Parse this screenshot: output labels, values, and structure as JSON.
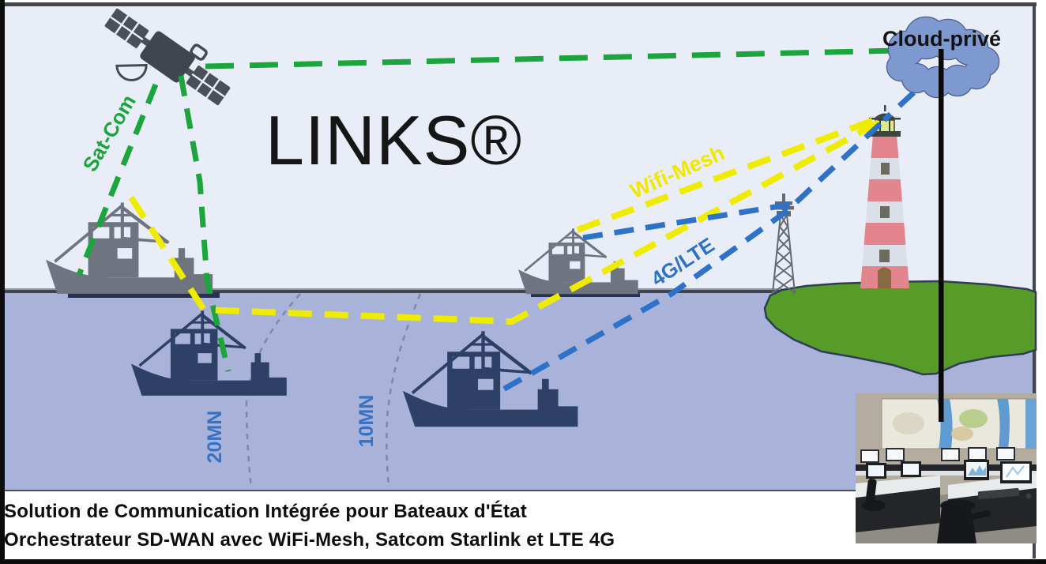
{
  "diagram": {
    "product_title": "LINKS®",
    "caption": {
      "line1": "Solution de Communication Intégrée pour Bateaux d'État",
      "line2": "Orchestrateur SD-WAN avec WiFi-Mesh, Satcom Starlink et LTE 4G"
    },
    "links": {
      "satcom": {
        "label": "Sat-Com",
        "color": "#1ca53d",
        "style": "dashed"
      },
      "wifi_mesh": {
        "label": "Wifi-Mesh",
        "color": "#f0ec00",
        "style": "dashed"
      },
      "lte": {
        "label": "4G/LTE",
        "color": "#2d72c8",
        "style": "dashed"
      }
    },
    "nodes": {
      "cloud": {
        "label": "Cloud-privé",
        "icon": "cloud-icon"
      },
      "satellite": {
        "icon": "satellite-icon"
      },
      "lighthouse": {
        "icon": "lighthouse-icon"
      },
      "antenna_tower": {
        "icon": "antenna-tower-icon"
      },
      "fishing_boats": {
        "icon": "fishing-boat-icon",
        "count": 4
      },
      "control_room": {
        "icon": "control-room-photo"
      }
    },
    "range_rings": {
      "r20": {
        "label": "20MN"
      },
      "r10": {
        "label": "10MN"
      }
    },
    "colors": {
      "sky": "#e9edf8",
      "sea": "#a9b3d9",
      "land": "#579b28",
      "satcom_green": "#1ca53d",
      "wifi_yellow": "#f0ec00",
      "lte_blue": "#2d72c8",
      "range_label_blue": "#3572c4"
    }
  }
}
